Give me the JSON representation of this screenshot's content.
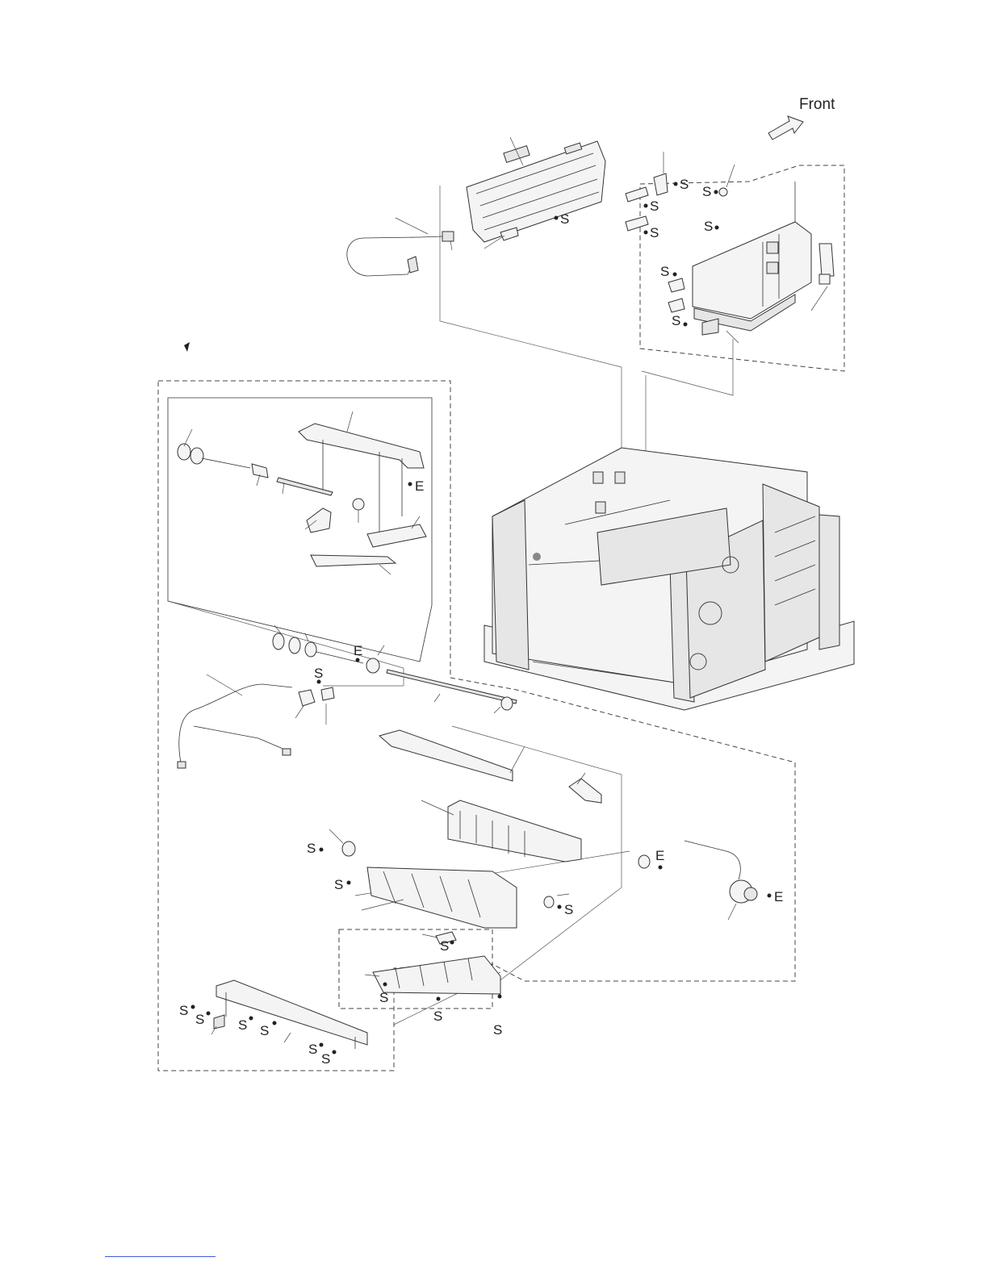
{
  "orientation": {
    "label": "Front",
    "icon": "front-arrow-icon"
  },
  "fastener_labels": {
    "screw": "S",
    "e_ring": "E"
  },
  "marker": {
    "icon": "triangle-marker-icon"
  },
  "colors": {
    "line": "#333333",
    "fill": "#f4f4f4",
    "footer_link": "#3b5bd6"
  }
}
